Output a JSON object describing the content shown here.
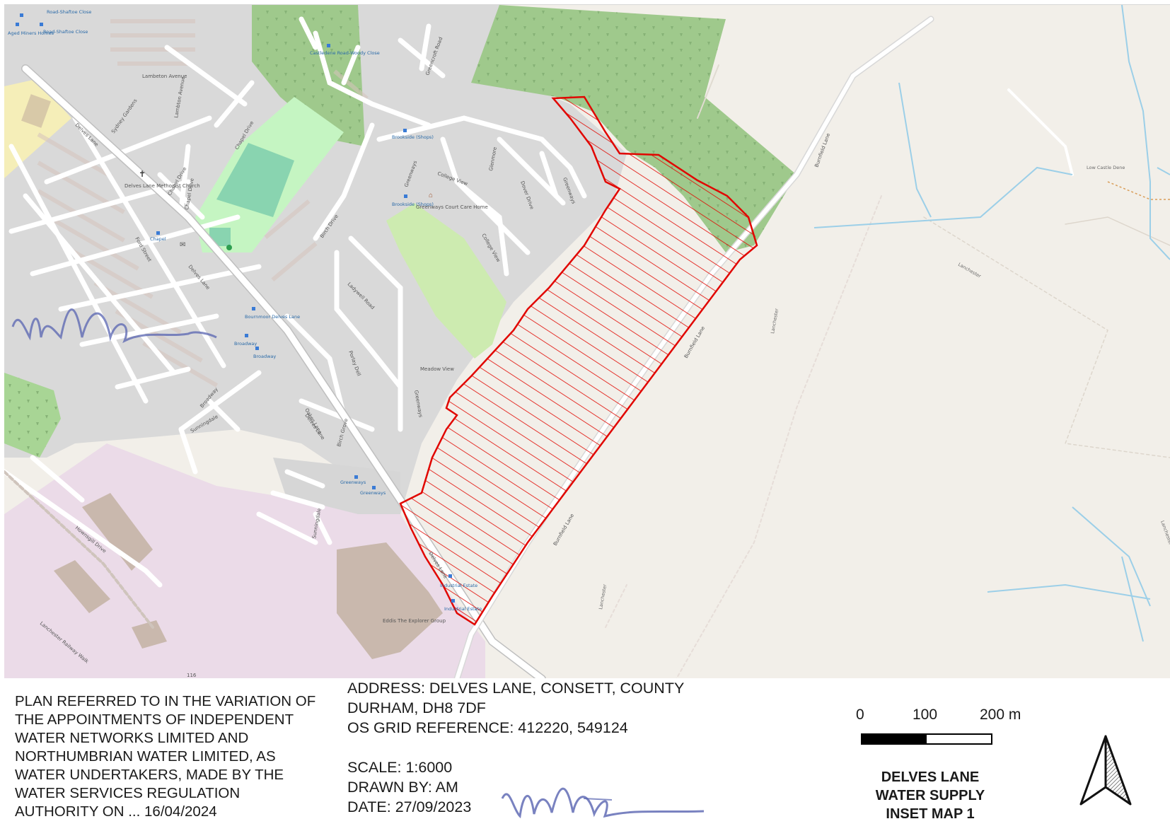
{
  "map": {
    "road_labels": {
      "delves_lane_nw": "Delves Lane",
      "delves_lane_mid": "Delves Lane",
      "delves_lane_s": "Delves Lane",
      "delves_lane_se": "Delves Lane",
      "lambeton_avenue": "Lambeton Avenue",
      "lambton_avenue": "Lambton Avenue",
      "chapel_drive": "Chapel Drive",
      "chapel_drive_2": "Chapel Drive",
      "chapel_drive_3": "Chapel Drive",
      "sydney_gardens": "Sydney Gardens",
      "greencroft_road": "Greencroft Road",
      "college_view": "College View",
      "college_view_2": "College View",
      "glenmore": "Glenmore",
      "dover_drive": "Dover Drive",
      "greenways": "Greenways",
      "greenways_2": "Greenways",
      "greenways_3": "Greenways",
      "ladywell_road": "Ladywell Road",
      "birch_drive": "Birch Drive",
      "porlay_dell": "Porlay Dell",
      "meadow_view": "Meadow View",
      "oakes_lane": "Oakes Lane",
      "birch_grove": "Birch Grove",
      "sunningdale": "Sunningdale",
      "sunningdale_2": "Sunningdale",
      "broadway": "Broadway",
      "ford_street": "Ford Street",
      "burnfield_lane": "Burnfield Lane",
      "burnfield_lane_2": "Burnfield Lane",
      "burnfield_lane_3": "Burnfield Lane",
      "hownsgill_drive": "Hownsgill Drive",
      "lanchester_railway_walk": "Lanchester Railway Walk",
      "lanchester": "Lanchester",
      "lanchester_2": "Lanchester",
      "lanchester_3": "Lanchester",
      "lanchester_4": "Lanchester"
    },
    "poi_labels": {
      "road_shaftoe_close": "Road-Shaftoe Close",
      "shaftoe_close": "Road-Shaftoe Close",
      "aged_miners_homes": "Aged Miners Homes",
      "castledene": "Castledene Road-Woody Close",
      "brookside_shops": "Brookside (Shops)",
      "brookside_shops_2": "Brookside (Shops)",
      "methodist_church": "Delves Lane Methodist Church",
      "chapel": "Chapel",
      "greenways_court": "Greenways Court Care Home",
      "bournmoor": "Bournmoor Delves Lane",
      "broadway_1": "Broadway",
      "broadway_2": "Broadway",
      "greenways_stop": "Greenways",
      "greenways_stop_2": "Greenways",
      "industrial_estate": "Industrial Estate",
      "industrial_estate_2": "Industrial Estate",
      "eddis": "Eddis The Explorer Group",
      "low_castle_dene": "Low Castle Dene",
      "small_label": "116"
    }
  },
  "footer": {
    "plan_text": "PLAN REFERRED TO IN THE VARIATION OF THE APPOINTMENTS OF INDEPENDENT WATER NETWORKS LIMITED AND NORTHUMBRIAN WATER LIMITED, AS WATER UNDERTAKERS, MADE BY THE WATER SERVICES REGULATION AUTHORITY ON ...",
    "plan_date": "16/04/2024",
    "address_line_1": "ADDRESS: DELVES LANE, CONSETT, COUNTY",
    "address_line_2": "DURHAM, DH8 7DF",
    "grid_ref": "OS GRID REFERENCE: 412220, 549124",
    "scale": "SCALE:  1:6000",
    "drawn_by": "DRAWN BY: AM",
    "date": "DATE: 27/09/2023",
    "scale_bar": {
      "tick_0": "0",
      "tick_1": "100",
      "tick_2": "200 m"
    },
    "title_line_1": "DELVES LANE",
    "title_line_2": "WATER SUPPLY",
    "title_line_3": "INSET MAP 1"
  },
  "colors": {
    "residential": "#d9d9d9",
    "background": "#f2efe9",
    "woodland": "#9fc98c",
    "park": "#c5f5c2",
    "pitch": "#89d4b0",
    "grass": "#cdebb0",
    "industrial": "#ebdbe8",
    "building": "#c9b8ad",
    "road": "#ffffff",
    "boundary": "#e10600",
    "water": "#9ccfe8",
    "signature": "#5763b0"
  }
}
